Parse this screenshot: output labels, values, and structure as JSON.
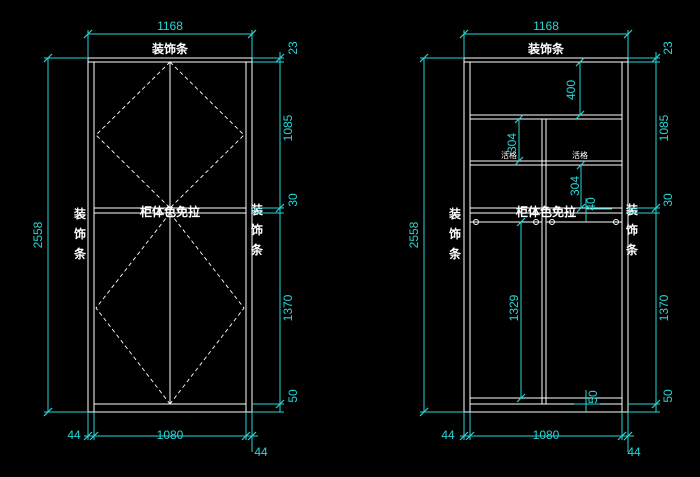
{
  "colors": {
    "line": "#ffffff",
    "dimension": "#26d7d7",
    "background": "#000000"
  },
  "left_view": {
    "top_width": "1168",
    "top_trim_label": "装饰条",
    "center_label": "柜体色免拉",
    "side_trim_chars_left": [
      "装",
      "饰",
      "条"
    ],
    "side_trim_chars_right": [
      "装",
      "饰",
      "条"
    ],
    "total_height": "2558",
    "dim_23": "23",
    "dim_1085": "1085",
    "dim_30": "30",
    "dim_1370": "1370",
    "dim_50": "50",
    "bottom_44_left": "44",
    "bottom_width": "1080",
    "bottom_44_right": "44"
  },
  "right_view": {
    "top_width": "1168",
    "top_trim_label": "装饰条",
    "center_label": "柜体色免拉",
    "side_trim_chars_left": [
      "装",
      "饰",
      "条"
    ],
    "side_trim_chars_right": [
      "装",
      "饰",
      "条"
    ],
    "total_height": "2558",
    "dim_23": "23",
    "dim_1085": "1085",
    "dim_30": "30",
    "dim_1370": "1370",
    "dim_50": "50",
    "dim_400": "400",
    "dim_304_a": "304",
    "dim_304_b": "304",
    "dim_40": "40",
    "dim_1329": "1329",
    "dim_50_inner": "50",
    "small_label_left": "活格",
    "small_label_right": "活格",
    "bottom_44_left": "44",
    "bottom_width": "1080",
    "bottom_44_right": "44"
  }
}
